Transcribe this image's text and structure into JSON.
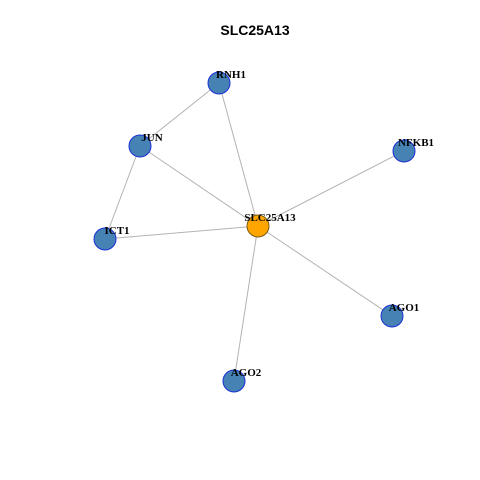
{
  "graph": {
    "title": "SLC25A13",
    "colors": {
      "hub_fill": "#FFA500",
      "hub_stroke": "#7a5a14",
      "node_fill": "#4682B4",
      "node_stroke": "#1a2fd6",
      "edge": "#b3b3b3"
    },
    "nodes": [
      {
        "id": "SLC25A13",
        "role": "hub"
      },
      {
        "id": "RNH1",
        "role": "neighbor"
      },
      {
        "id": "JUN",
        "role": "neighbor"
      },
      {
        "id": "NFKB1",
        "role": "neighbor"
      },
      {
        "id": "ICT1",
        "role": "neighbor"
      },
      {
        "id": "AGO1",
        "role": "neighbor"
      },
      {
        "id": "AGO2",
        "role": "neighbor"
      }
    ],
    "edges": [
      [
        "RNH1",
        "JUN"
      ],
      [
        "RNH1",
        "SLC25A13"
      ],
      [
        "JUN",
        "SLC25A13"
      ],
      [
        "JUN",
        "ICT1"
      ],
      [
        "ICT1",
        "SLC25A13"
      ],
      [
        "NFKB1",
        "SLC25A13"
      ],
      [
        "AGO1",
        "SLC25A13"
      ],
      [
        "AGO2",
        "SLC25A13"
      ]
    ]
  }
}
